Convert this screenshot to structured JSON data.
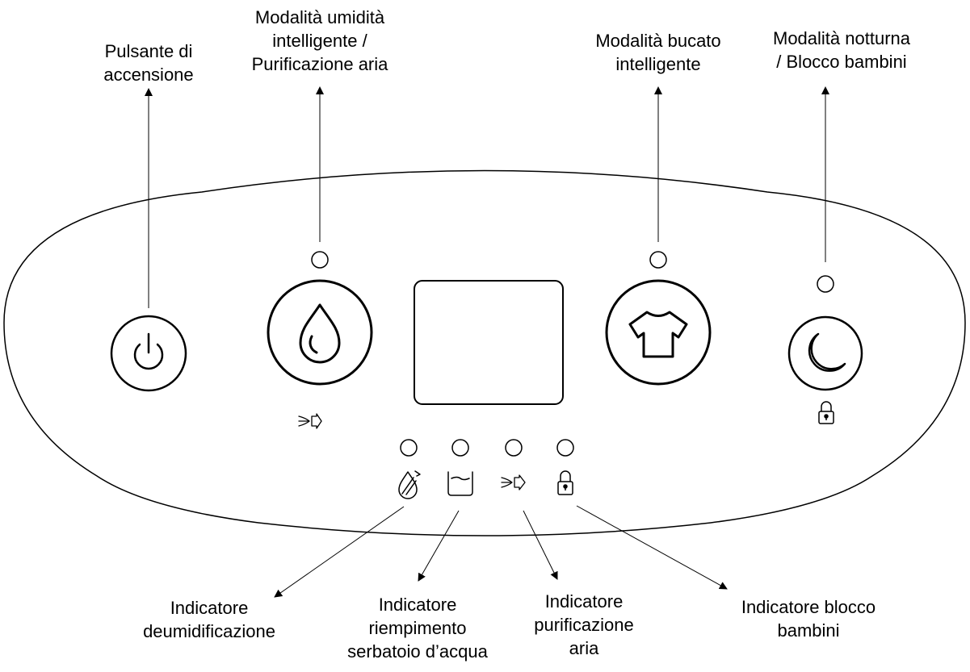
{
  "labels": {
    "power": "Pulsante di\naccensione",
    "smart_humidity": "Modalità umidità\nintelligente /\nPurificazione aria",
    "smart_laundry": "Modalità bucato\nintelligente",
    "night_mode": "Modalità notturna\n/ Blocco bambini",
    "dehumidify_indicator": "Indicatore\ndeumidificazione",
    "water_tank_indicator": "Indicatore\nriempimento\nserbatoio d’acqua",
    "air_purification_indicator": "Indicatore\npurificazione\naria",
    "child_lock_indicator": "Indicatore blocco\nbambini"
  },
  "icons": {
    "power_button": "power-icon",
    "humidity_button": "water-drop-icon",
    "laundry_button": "t-shirt-icon",
    "night_button": "moon-icon",
    "under_humidity": "air-purification-icon",
    "under_night": "padlock-icon",
    "indicators": [
      "dehumidify-icon",
      "water-tank-icon",
      "air-purification-icon",
      "padlock-icon"
    ]
  },
  "colors": {
    "line": "#000000",
    "background": "#ffffff"
  }
}
